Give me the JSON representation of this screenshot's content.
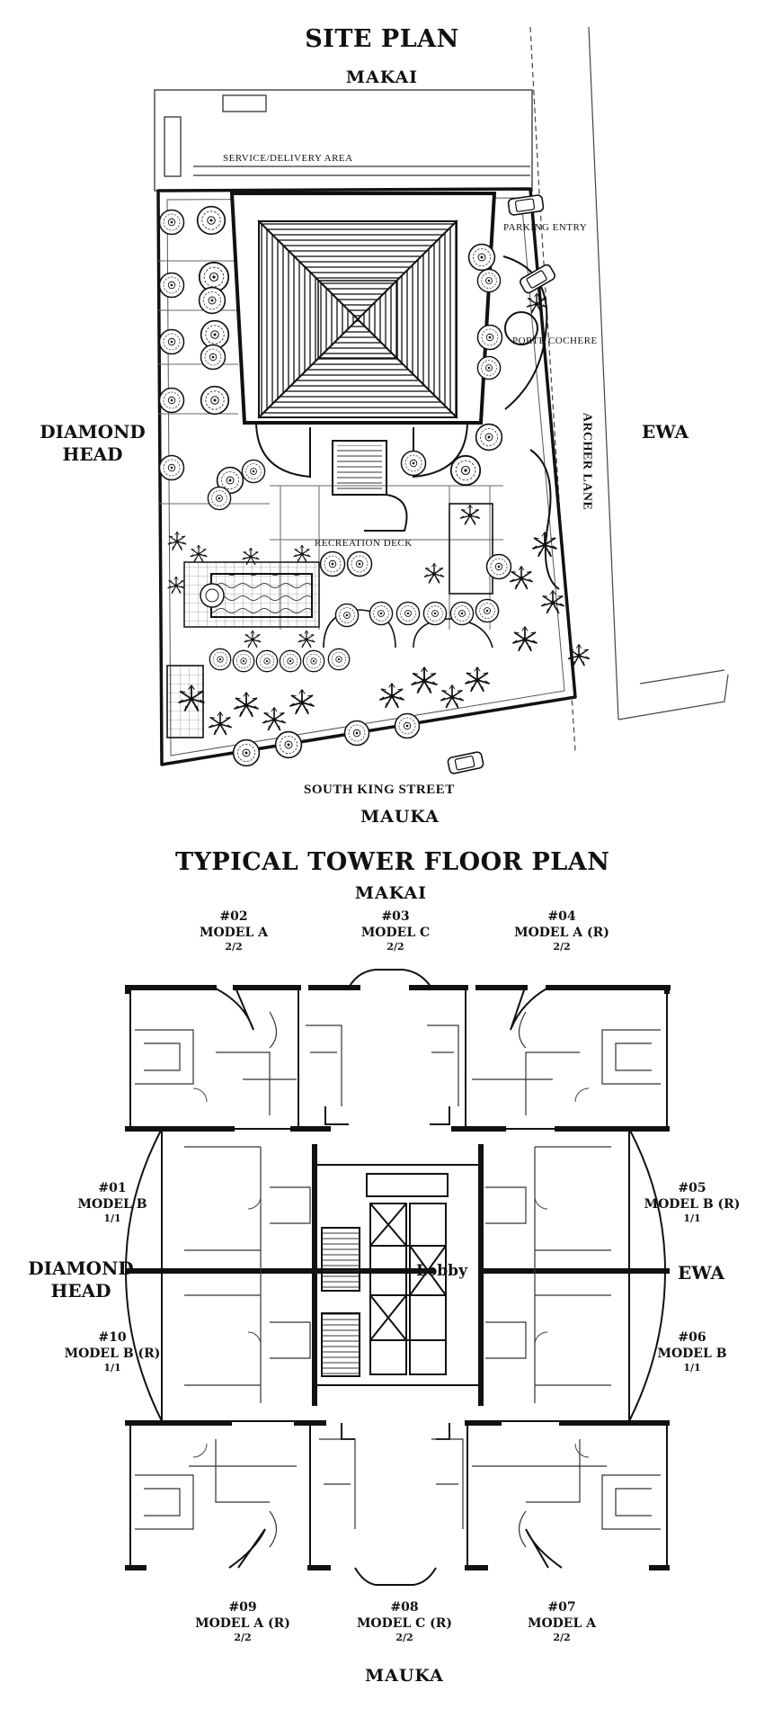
{
  "site_plan": {
    "title": "SITE PLAN",
    "north": "MAKAI",
    "south": "MAUKA",
    "west": "DIAMOND HEAD",
    "east": "EWA",
    "labels": {
      "service": "SERVICE/DELIVERY AREA",
      "parking": "PARKING ENTRY",
      "porte": "PORTE COCHERE",
      "recreation": "RECREATION DECK",
      "archer": "ARCHER LANE",
      "king": "SOUTH KING STREET"
    }
  },
  "floor_plan": {
    "title": "TYPICAL TOWER FLOOR PLAN",
    "north": "MAKAI",
    "south": "MAUKA",
    "west": "DIAMOND HEAD",
    "east": "EWA",
    "lobby": "Lobby",
    "units": [
      {
        "num": "#02",
        "model": "MODEL A",
        "beds": "2/2"
      },
      {
        "num": "#03",
        "model": "MODEL C",
        "beds": "2/2"
      },
      {
        "num": "#04",
        "model": "MODEL A (R)",
        "beds": "2/2"
      },
      {
        "num": "#01",
        "model": "MODEL B",
        "beds": "1/1"
      },
      {
        "num": "#05",
        "model": "MODEL B (R)",
        "beds": "1/1"
      },
      {
        "num": "#10",
        "model": "MODEL B (R)",
        "beds": "1/1"
      },
      {
        "num": "#06",
        "model": "MODEL B",
        "beds": "1/1"
      },
      {
        "num": "#09",
        "model": "MODEL A (R)",
        "beds": "2/2"
      },
      {
        "num": "#08",
        "model": "MODEL C (R)",
        "beds": "2/2"
      },
      {
        "num": "#07",
        "model": "MODEL A",
        "beds": "2/2"
      }
    ]
  }
}
